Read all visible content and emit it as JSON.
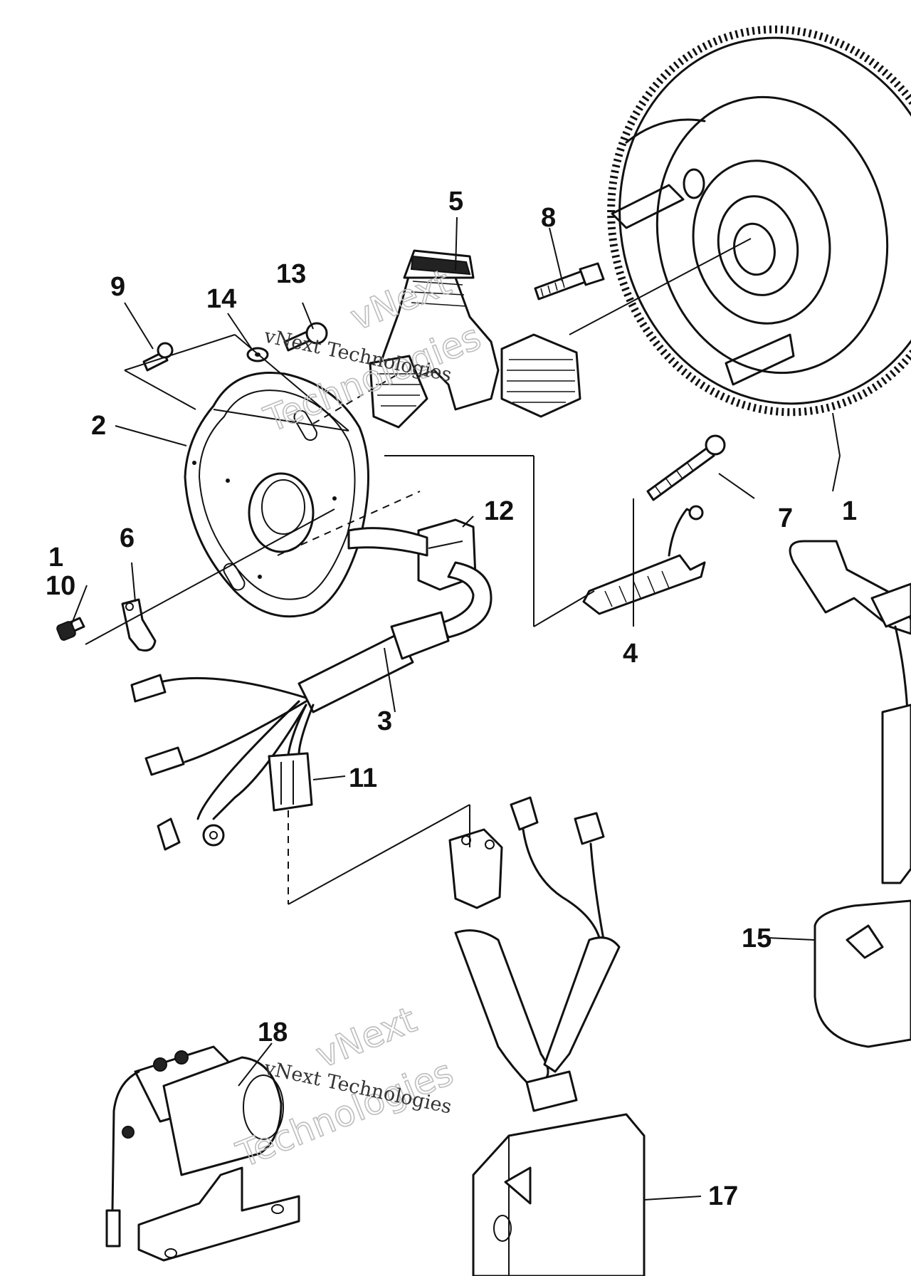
{
  "callouts": {
    "c1_flywheel": "1",
    "c1_screw": "1",
    "c2": "2",
    "c3": "3",
    "c4": "4",
    "c5": "5",
    "c6": "6",
    "c7": "7",
    "c8": "8",
    "c9": "9",
    "c10": "10",
    "c11": "11",
    "c12": "12",
    "c13": "13",
    "c14": "14",
    "c15": "15",
    "c17": "17",
    "c18": "18"
  },
  "watermark": {
    "brand": "vNext",
    "word": "Technologies",
    "line": "vNext Technologies"
  }
}
